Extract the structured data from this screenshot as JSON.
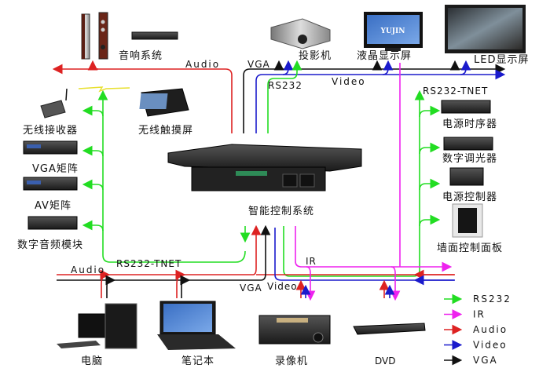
{
  "colors": {
    "rs232": "#22dd22",
    "ir": "#ee22ee",
    "audio": "#dd2222",
    "video": "#1a1acc",
    "vga": "#111111"
  },
  "devices": {
    "speaker_system": "音响系统",
    "projector": "投影机",
    "lcd_display": "液晶显示屏",
    "lcd_brand": "YUJIN",
    "led_display": "LED显示屏",
    "wireless_receiver": "无线接收器",
    "wireless_touchscreen": "无线触摸屏",
    "vga_matrix": "VGA矩阵",
    "av_matrix": "AV矩阵",
    "digital_audio_module": "数字音频模块",
    "central_controller": "智能控制系统",
    "power_sequencer": "电源时序器",
    "digital_dimmer": "数字调光器",
    "power_controller": "电源控制器",
    "wall_panel": "墙面控制面板",
    "pc": "电脑",
    "laptop": "笔记本",
    "vcr": "录像机",
    "dvd": "DVD"
  },
  "line_labels": {
    "audio_top": "Audio",
    "vga_top": "VGA",
    "rs232_top": "RS232",
    "video_top": "Video",
    "rs232_tnet_right": "RS232-TNET",
    "rs232_tnet_left": "RS232-TNET",
    "audio_bottom": "Audio",
    "vga_bottom": "VGA",
    "video_bottom": "Video",
    "ir_bottom": "IR"
  },
  "legend": [
    {
      "key": "rs232",
      "label": "RS232"
    },
    {
      "key": "ir",
      "label": "IR"
    },
    {
      "key": "audio",
      "label": "Audio"
    },
    {
      "key": "video",
      "label": "Video"
    },
    {
      "key": "vga",
      "label": "VGA"
    }
  ]
}
